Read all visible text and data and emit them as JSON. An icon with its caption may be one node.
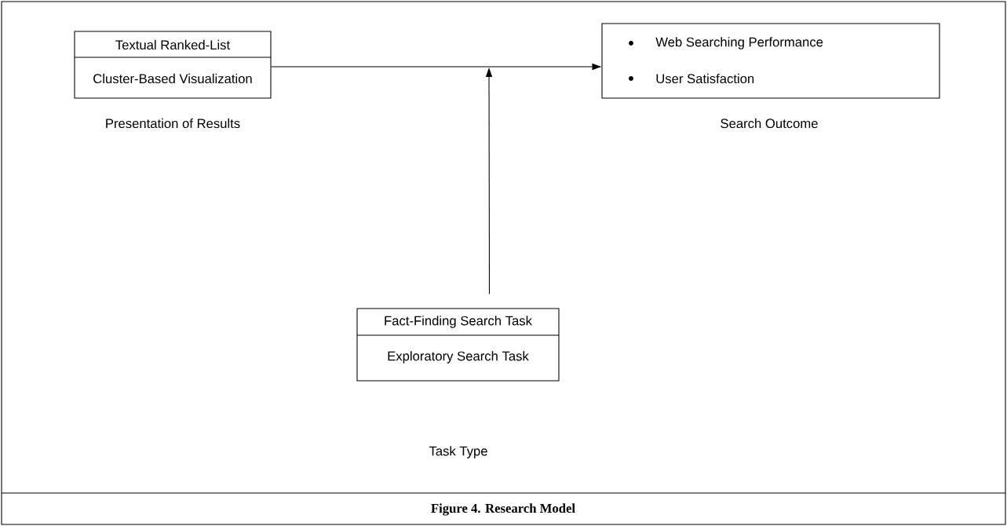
{
  "diagram": {
    "caption": "Figure 4. Research Model",
    "nodes": [
      {
        "text": [
          "Textual Ranked-List",
          "Cluster-Based Visualization"
        ],
        "beside": [
          "Presentation of Results"
        ]
      },
      {
        "text": [
          "Web Searching Performance",
          "User Satisfaction"
        ],
        "beside": [
          "Search Outcome"
        ]
      },
      {
        "text": [
          "Fact-Finding Search Task",
          "Exploratory Search Task"
        ]
      }
    ],
    "labels": [
      "Task Type"
    ],
    "edges": [
      {
        "from": 0,
        "to": 1,
        "arrow": "to"
      },
      {
        "from": 2,
        "to": null,
        "arrow": "to"
      }
    ]
  }
}
